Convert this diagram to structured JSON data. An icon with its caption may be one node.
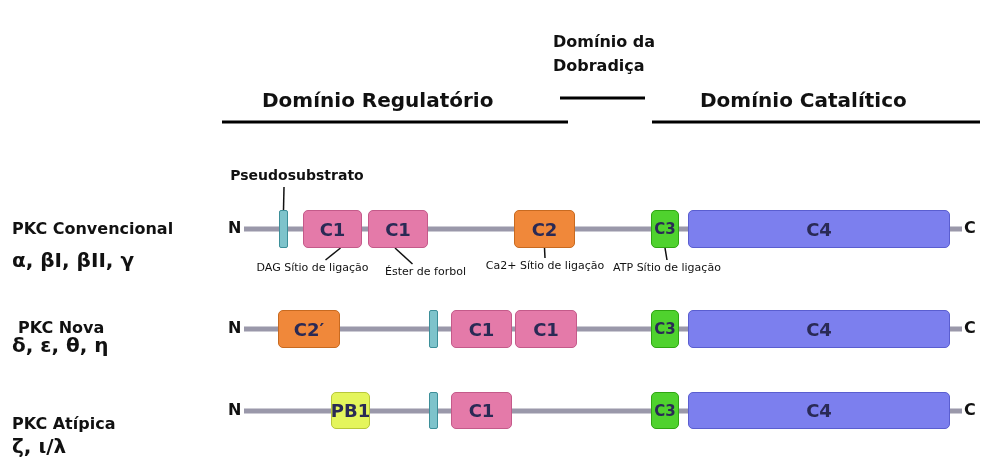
{
  "diagram": {
    "nodes": [
      {
        "text": [
          "Pseudosubstrato"
        ]
      },
      {
        "text": [],
        "shape": "bar"
      },
      {
        "text": [
          "C1"
        ]
      },
      {
        "text": [
          "C1"
        ]
      },
      {
        "text": [
          "C2"
        ]
      },
      {
        "text": [
          "C3"
        ]
      },
      {
        "text": [
          "C4"
        ]
      },
      {
        "text": [
          "DAG Sítio de ligação"
        ]
      },
      {
        "text": [
          "Éster de forbol"
        ]
      },
      {
        "text": [
          "Ca2+ Sítio de ligação"
        ]
      },
      {
        "text": [
          "ATP Sítio de ligação"
        ]
      },
      {
        "text": [
          "C2′"
        ]
      },
      {
        "text": [],
        "shape": "bar"
      },
      {
        "text": [
          "C1"
        ]
      },
      {
        "text": [
          "C1"
        ]
      },
      {
        "text": [
          "C3"
        ]
      },
      {
        "text": [
          "C4"
        ]
      },
      {
        "text": [
          "PB1"
        ]
      },
      {
        "text": [],
        "shape": "bar"
      },
      {
        "text": [
          "C1"
        ]
      },
      {
        "text": [
          "C3"
        ]
      },
      {
        "text": [
          "C4"
        ]
      }
    ],
    "edges": [
      {
        "from": 0,
        "to": 1,
        "arrow": "none"
      },
      {
        "from": 7,
        "to": 2,
        "arrow": "none"
      },
      {
        "from": 8,
        "to": 3,
        "arrow": "none"
      },
      {
        "from": 9,
        "to": 4,
        "arrow": "none"
      },
      {
        "from": 10,
        "to": 5,
        "arrow": "none"
      }
    ],
    "labels": [
      "Domínio da Dobradiça",
      "Domínio Regulatório",
      "Domínio Catalítico",
      "PKC Convencional",
      "α, βI, βII, γ",
      "N",
      "C",
      "PKC Nova",
      "δ, ε, θ, η",
      "N",
      "C",
      "PKC Atípica",
      "ζ, ι/λ",
      "N",
      "C"
    ]
  }
}
